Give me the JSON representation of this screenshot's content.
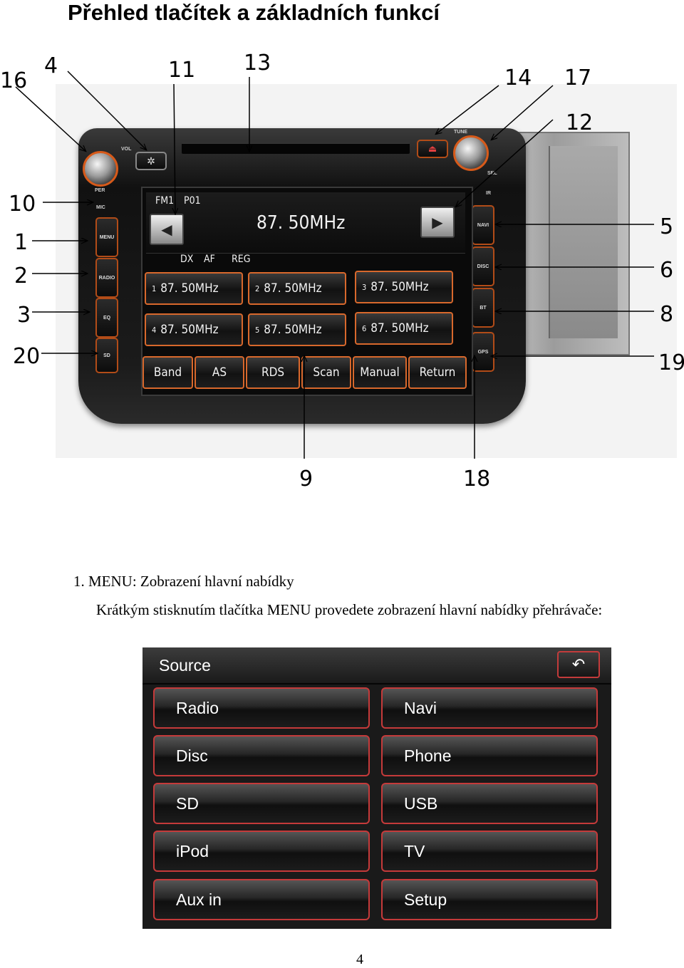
{
  "page": {
    "title": "Přehled tlačítek a základních funkcí",
    "page_number": "4"
  },
  "callouts": {
    "c16": "16",
    "c4": "4",
    "c11": "11",
    "c13": "13",
    "c14": "14",
    "c17": "17",
    "c12": "12",
    "c10": "10",
    "c1": "1",
    "c2": "2",
    "c3": "3",
    "c20": "20",
    "c5": "5",
    "c6": "6",
    "c8": "8",
    "c19": "19",
    "c9": "9",
    "c18": "18"
  },
  "device": {
    "hardware_labels": {
      "vol": "VOL",
      "tune": "TUNE",
      "sel": "SEL",
      "ir": "IR",
      "per": "PER",
      "mic": "MIC",
      "menu": "MENU",
      "radio": "RADIO",
      "eq": "EQ",
      "sd": "SD",
      "navi": "NAVI",
      "disc": "DISC",
      "bt": "BT",
      "gps": "GPS"
    },
    "screen": {
      "band": "FM1",
      "preset": "P01",
      "frequency": "87. 50MHz",
      "flags": [
        "DX",
        "AF",
        "REG"
      ],
      "presets": [
        {
          "num": "1",
          "freq": "87. 50MHz"
        },
        {
          "num": "2",
          "freq": "87. 50MHz"
        },
        {
          "num": "3",
          "freq": "87. 50MHz"
        },
        {
          "num": "4",
          "freq": "87. 50MHz"
        },
        {
          "num": "5",
          "freq": "87. 50MHz"
        },
        {
          "num": "6",
          "freq": "87. 50MHz"
        }
      ],
      "functions": [
        "Band",
        "AS",
        "RDS",
        "Scan",
        "Manual",
        "Return"
      ]
    }
  },
  "section": {
    "heading": "1.   MENU: Zobrazení hlavní nabídky",
    "body": "Krátkým stisknutím tlačítka MENU provedete zobrazení hlavní nabídky přehrávače:"
  },
  "menu_screen": {
    "title": "Source",
    "buttons": [
      "Radio",
      "Navi",
      "Disc",
      "Phone",
      "SD",
      "USB",
      "iPod",
      "TV",
      "Aux in",
      "Setup"
    ]
  }
}
